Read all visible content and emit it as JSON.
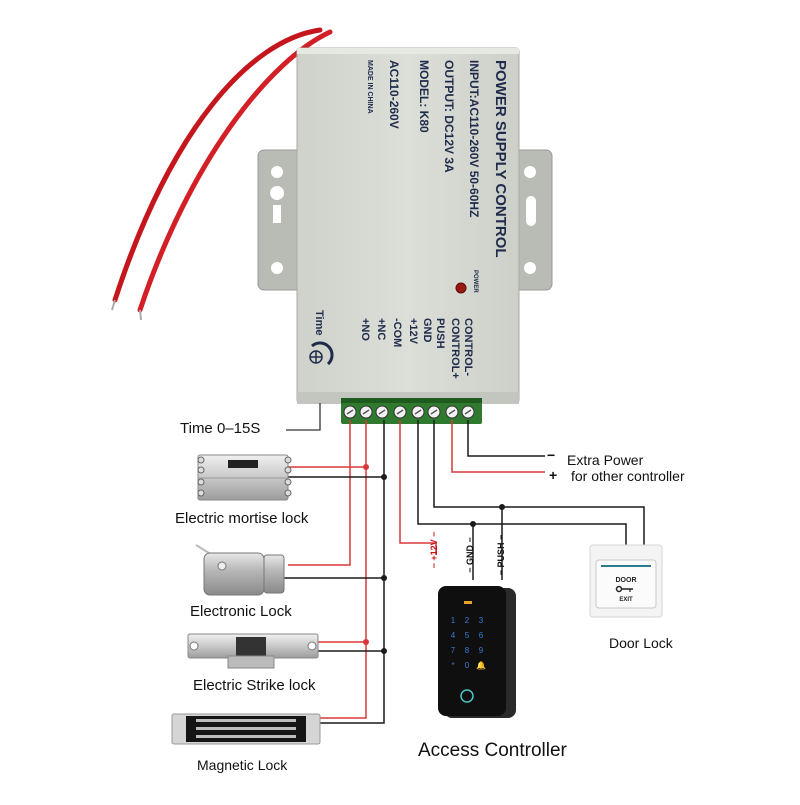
{
  "device": {
    "title": "POWER SUPPLY CONTROL",
    "input": "INPUT:AC110-260V 50-60HZ",
    "output": "OUTPUT: DC12V 3A",
    "model": "MODEL: K80",
    "voltage": "AC110-260V",
    "origin": "MADE IN CHINA",
    "power_led_label": "POWER",
    "time_label": "Time",
    "terminal_labels": [
      "CONTROL-",
      "CONTROL+",
      "PUSH",
      "GND",
      "+12V",
      "-COM",
      "+NC",
      "+NO"
    ]
  },
  "labels": {
    "time_range": "Time    0–15S",
    "extra_power_minus": "−",
    "extra_power_plus": "+",
    "extra_power_line1": "Extra Power",
    "extra_power_line2": "for other controller",
    "wire_12v": "− +12V −",
    "wire_gnd": "− GND −",
    "wire_push": "− PUSH −"
  },
  "components": {
    "mortise_lock": "Electric mortise lock",
    "electronic_lock": "Electronic Lock",
    "strike_lock": "Electric Strike lock",
    "magnetic_lock": "Magnetic Lock",
    "access_controller": "Access Controller",
    "door_lock": "Door Lock"
  },
  "exit_button": {
    "top_text": "DOOR",
    "bottom_text": "EXIT"
  },
  "keypad": {
    "keys": [
      "1",
      "2",
      "3",
      "4",
      "5",
      "6",
      "7",
      "8",
      "9",
      "*",
      "0",
      "🔔"
    ]
  },
  "colors": {
    "wire_red": "#d9383a",
    "wire_black": "#1a1a1a",
    "terminal_green": "#2f7a2f",
    "device_body": "#d6d8d2",
    "device_text": "#1f2b4a",
    "keypad_blue": "#3a7bd5"
  }
}
